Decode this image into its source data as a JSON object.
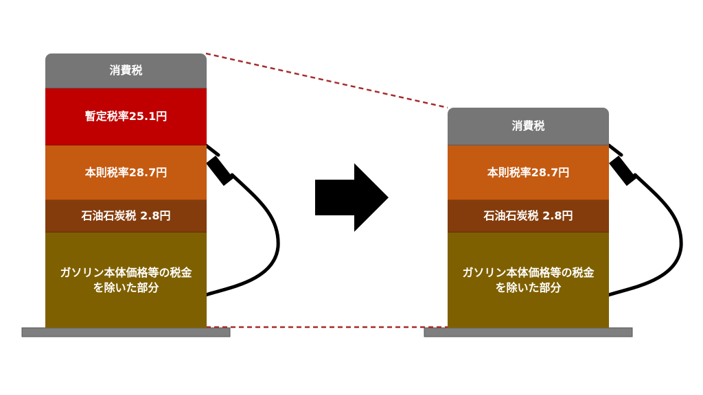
{
  "colors": {
    "consumption": "#767676",
    "provisional": "#c00000",
    "main": "#c55a11",
    "petroleum": "#843c0c",
    "base": "#7f6000",
    "ground": "#7f7f7f",
    "arrow": "#000000",
    "dashed": "#a52a2a"
  },
  "left_pump": {
    "consumption_tax": "消費税",
    "provisional_rate": "暫定税率25.1円",
    "main_rate": "本則税率28.7円",
    "petroleum_coal_tax": "石油石炭税 2.8円",
    "base_line1": "ガソリン本体価格等の税金",
    "base_line2": "を除いた部分"
  },
  "right_pump": {
    "consumption_tax": "消費税",
    "main_rate": "本則税率28.7円",
    "petroleum_coal_tax": "石油石炭税 2.8円",
    "base_line1": "ガソリン本体価格等の税金",
    "base_line2": "を除いた部分"
  }
}
